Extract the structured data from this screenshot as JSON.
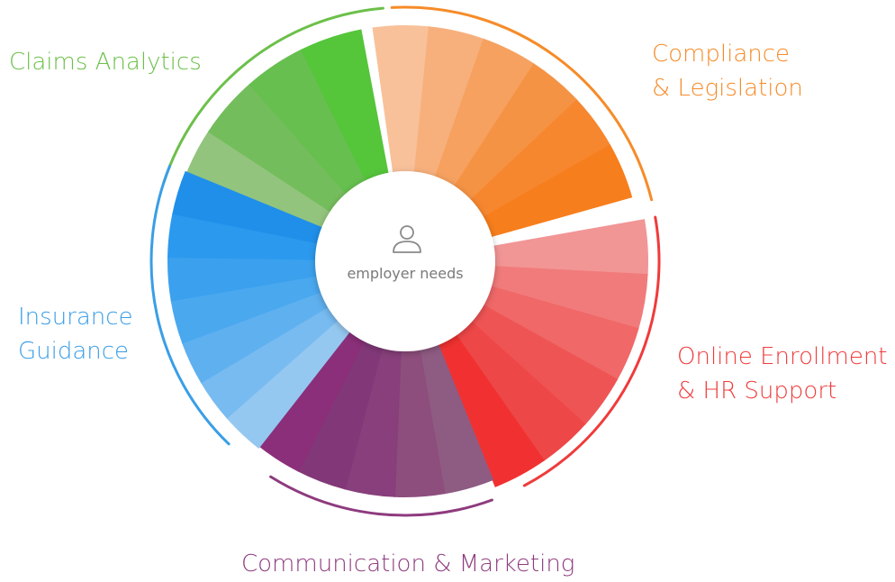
{
  "center": {
    "label": "employer needs",
    "icon": "person-icon"
  },
  "segments": [
    {
      "key": "claims",
      "label_lines": [
        "Claims Analytics"
      ],
      "color": "#6cc04a",
      "wedge_colors": [
        "#93c47d",
        "#74bd5c",
        "#66bf4f",
        "#55c53a"
      ]
    },
    {
      "key": "compliance",
      "label_lines": [
        "Compliance",
        "& Legislation"
      ],
      "color": "#f68b28",
      "wedge_colors": [
        "#f8c19a",
        "#f7b07c",
        "#f6a160",
        "#f59344",
        "#f6872f",
        "#f77e1c"
      ]
    },
    {
      "key": "online",
      "label_lines": [
        "Online Enrollment",
        "& HR Support"
      ],
      "color": "#ef3b3b",
      "wedge_colors": [
        "#f29595",
        "#f17b7b",
        "#f06868",
        "#ef5454",
        "#ee4747",
        "#f13131"
      ]
    },
    {
      "key": "communication",
      "label_lines": [
        "Communication & Marketing"
      ],
      "color": "#8e3b7e",
      "wedge_colors": [
        "#8e5b82",
        "#8e4e7d",
        "#883f7b",
        "#823878",
        "#8b2f7a"
      ]
    },
    {
      "key": "insurance",
      "label_lines": [
        "Insurance",
        "Guidance"
      ],
      "color": "#3a9ee6",
      "wedge_colors": [
        "#95c8f0",
        "#77bbf1",
        "#5fb0ef",
        "#4aa8ef",
        "#3ba1ee",
        "#2b99ee",
        "#1f8fea"
      ]
    }
  ]
}
